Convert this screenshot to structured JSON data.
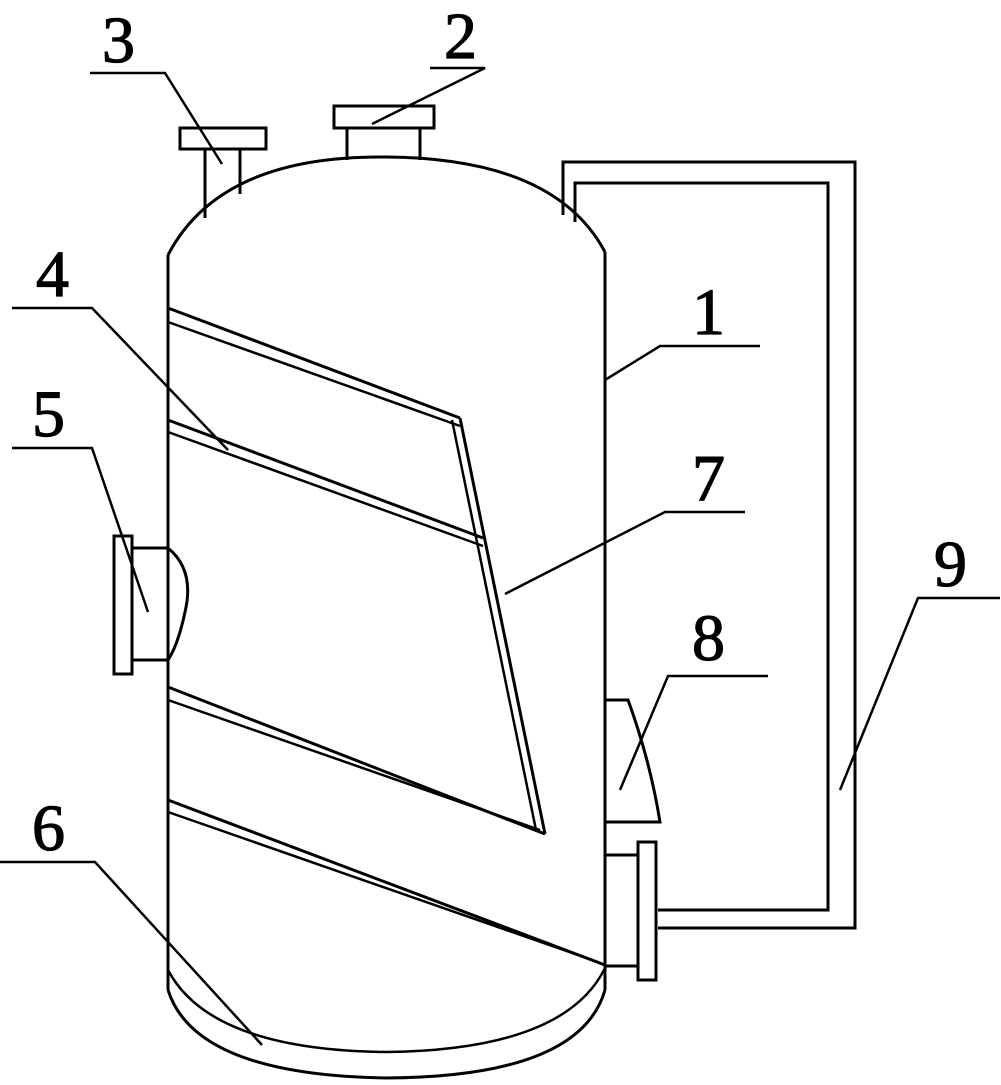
{
  "labels": {
    "vessel_body": "1",
    "top_nozzle_center": "2",
    "top_nozzle_left": "3",
    "baffle_upper": "4",
    "side_inlet": "5",
    "bottom_head": "6",
    "inclined_plate": "7",
    "side_nozzle": "8",
    "external_pipe": "9"
  },
  "colors": {
    "line": "#000000",
    "background": "#ffffff"
  }
}
